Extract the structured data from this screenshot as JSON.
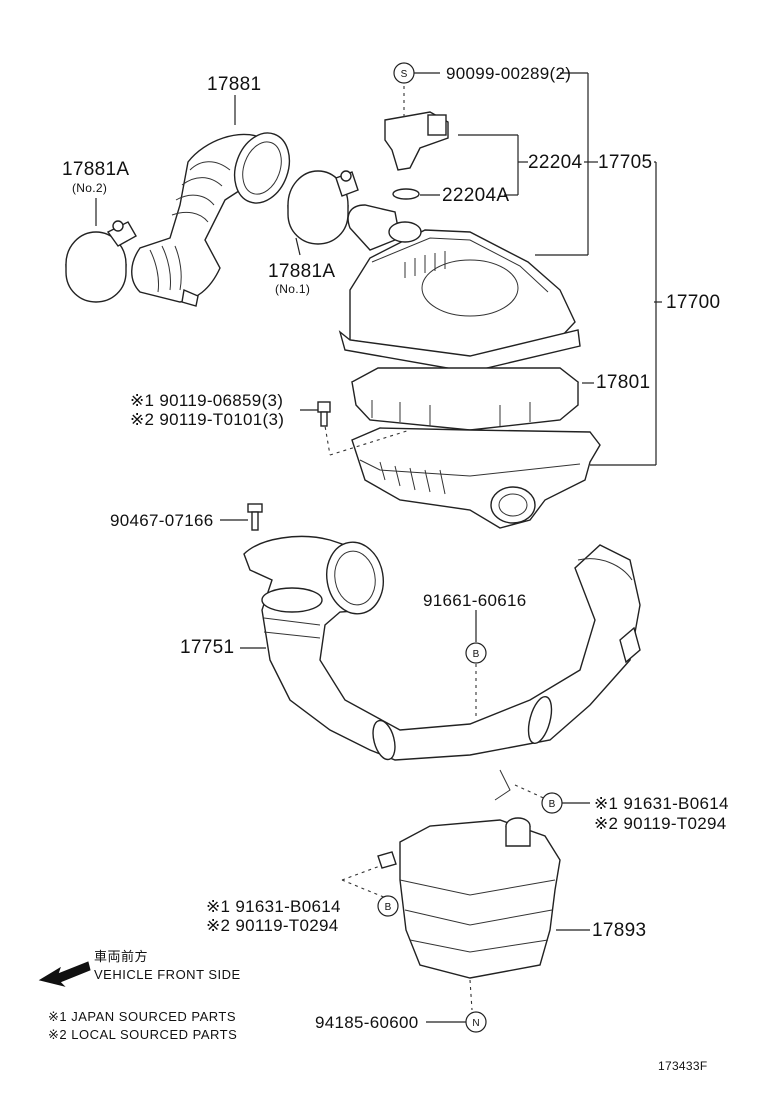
{
  "labels": {
    "p17881": "17881",
    "p17881A_top": "17881A",
    "no2": "(No.2)",
    "p17881A_mid": "17881A",
    "no1": "(No.1)",
    "p90099": "90099-00289(2)",
    "p22204": "22204",
    "p17705": "17705",
    "p22204A": "22204A",
    "p17700": "17700",
    "p17801": "17801",
    "p90119_06859": "※1 90119-06859(3)",
    "p90119_T0101": "※2 90119-T0101(3)",
    "p90467": "90467-07166",
    "p91661": "91661-60616",
    "p17751": "17751",
    "p91631_right": "※1 91631-B0614",
    "p90119_T0294_right": "※2 90119-T0294",
    "p91631_left": "※1 91631-B0614",
    "p90119_T0294_left": "※2 90119-T0294",
    "p17893": "17893",
    "p94185": "94185-60600",
    "front_jp": "車両前方",
    "front_en": "VEHICLE FRONT SIDE",
    "note1": "※1  JAPAN SOURCED PARTS",
    "note2": "※2  LOCAL SOURCED PARTS",
    "catalog_id": "173433F"
  },
  "badges": {
    "s": "S",
    "b": "B",
    "n": "N"
  }
}
